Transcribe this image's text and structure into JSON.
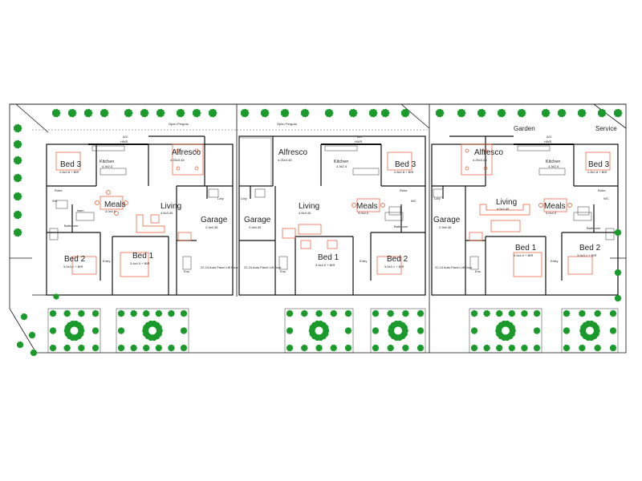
{
  "colors": {
    "tree": "#1a9a2a",
    "furniture": "#e8552a",
    "wall": "#111111"
  },
  "headers": {
    "garden": "Garden",
    "service": "Service"
  },
  "pergola": {
    "left": "Open Pergola",
    "middle": "Open Pergola"
  },
  "unit_left": {
    "bed3": {
      "name": "Bed 3",
      "dims": "2.8x2.8 + BIR"
    },
    "kitchen": {
      "name": "Kitchen",
      "dims": "4.3x2.4"
    },
    "ac": "A/C",
    "hws": "HWS",
    "alfresco": {
      "name": "Alfresco",
      "dims": "4.25x3.45"
    },
    "meals": {
      "name": "Meals",
      "dims": "3.0x4.0"
    },
    "living": {
      "name": "Living",
      "dims": "4.5x3.45"
    },
    "garage": {
      "name": "Garage",
      "dims": "2.9x6.35"
    },
    "bed2": {
      "name": "Bed 2",
      "dims": "3.0x3.1 + BIR"
    },
    "bed1": {
      "name": "Bed 1",
      "dims": "3.4x4.0 + BIR"
    },
    "robe": "Robe",
    "bathroom": "Bathroom",
    "wc": "WC",
    "entry": "Entry",
    "ldry": "Ldry",
    "ens": "Ens",
    "linen": "linen",
    "door": "22.24 Auto Panel Lift Door"
  },
  "unit_middle": {
    "alfresco": {
      "name": "Alfresco",
      "dims": "4.25x3.45"
    },
    "kitchen": {
      "name": "Kitchen",
      "dims": "4.3x2.4"
    },
    "bed3": {
      "name": "Bed 3",
      "dims": "2.8x2.8 + BIR"
    },
    "ac": "A/C",
    "hws": "HWS",
    "garage": {
      "name": "Garage",
      "dims": "2.9x6.35"
    },
    "living": {
      "name": "Living",
      "dims": "4.5x3.45"
    },
    "meals": {
      "name": "Meals",
      "dims": "3.0x4.0"
    },
    "bed1": {
      "name": "Bed 1",
      "dims": "3.4x4.0 + BIR"
    },
    "bed2": {
      "name": "Bed 2",
      "dims": "3.0x3.1 + BIR"
    },
    "robe": "Robe",
    "bathroom": "Bathroom",
    "wc": "WC",
    "entry": "Entry",
    "ldry": "Ldry",
    "ens": "Ens",
    "door": "22.24 Auto Panel Lift Door"
  },
  "unit_right": {
    "alfresco": {
      "name": "Alfresco",
      "dims": "4.25x3.45"
    },
    "kitchen": {
      "name": "Kitchen",
      "dims": "4.3x2.4"
    },
    "bed3": {
      "name": "Bed 3",
      "dims": "2.8x2.8 + BIR"
    },
    "ac": "A/C",
    "hws": "HWS",
    "garage": {
      "name": "Garage",
      "dims": "2.9x6.35"
    },
    "living": {
      "name": "Living",
      "dims": "4.5x3.45"
    },
    "meals": {
      "name": "Meals",
      "dims": "3.0x4.0"
    },
    "bed1": {
      "name": "Bed 1",
      "dims": "3.4x4.0 + BIR"
    },
    "bed2": {
      "name": "Bed 2",
      "dims": "3.0x3.1 + BIR"
    },
    "robe": "Robe",
    "bathroom": "Bathroom",
    "wc": "WC",
    "entry": "Entry",
    "ldry": "Ldry",
    "ens": "Ens",
    "door": "22.24 Auto Panel Lift Door"
  }
}
